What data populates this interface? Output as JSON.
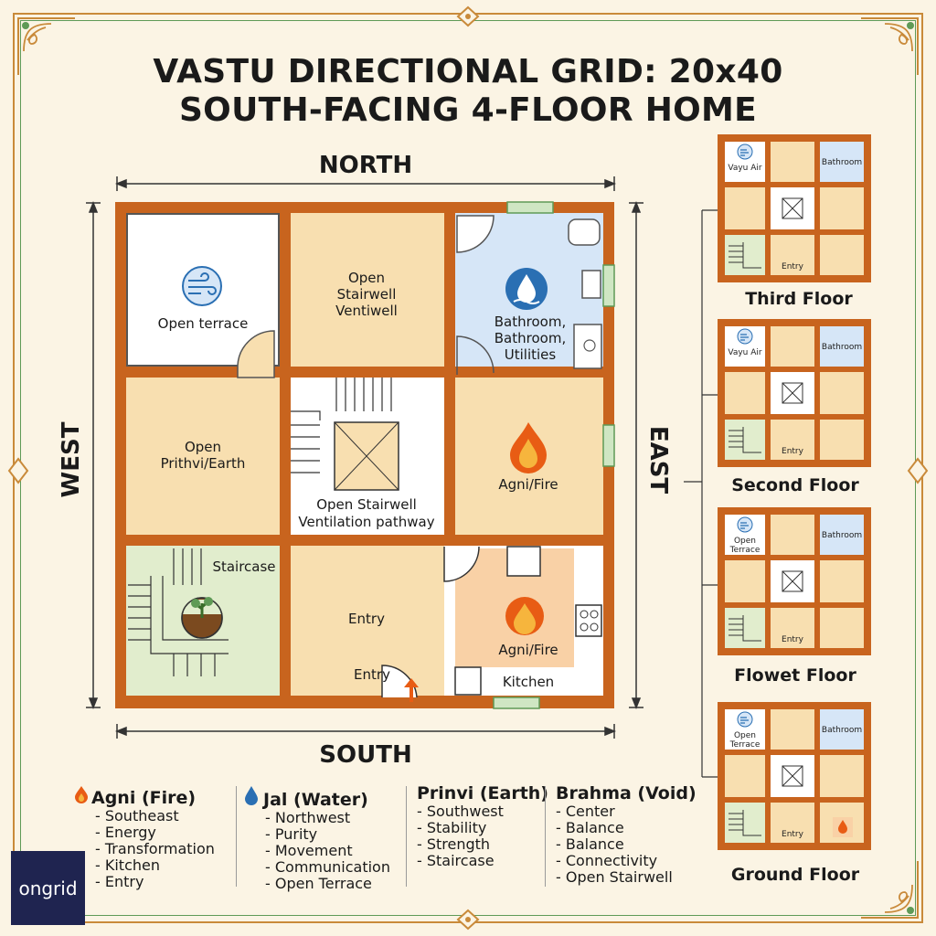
{
  "title": {
    "line1": "VASTU DIRECTIONAL GRID: 20x40",
    "line2": "SOUTH-FACING 4-FLOOR HOME"
  },
  "directions": {
    "north": "NORTH",
    "south": "SOUTH",
    "east": "EAST",
    "west": "WEST"
  },
  "plan": {
    "nw": "Open terrace",
    "n_line1": "Open",
    "n_line2": "Stairwell",
    "n_line3": "Ventiwell",
    "ne_line1": "Bathroom,",
    "ne_line2": "Bathroom,",
    "ne_line3": "Utilities",
    "w_line1": "Open",
    "w_line2": "Prithvi/Earth",
    "center_line1": "Open Stairwell",
    "center_line2": "Ventilation pathway",
    "e": "Agni/Fire",
    "sw": "Staircase",
    "s_top": "Entry",
    "s_bottom": "Entry",
    "se_fire": "Agni/Fire",
    "se_kitchen": "Kitchen"
  },
  "floors": [
    {
      "label": "Third Floor",
      "nw_text": "Vayu Air",
      "ne_text": "Bathroom",
      "entry": "Entry"
    },
    {
      "label": "Second Floor",
      "nw_text": "Vayu Air",
      "ne_text": "Bathroom",
      "entry": "Entry"
    },
    {
      "label": "Flowet Floor",
      "nw_text": "Open Terrace",
      "ne_text": "Bathroom",
      "entry": "Entry"
    },
    {
      "label": "Ground Floor",
      "nw_text": "Open Terrace",
      "ne_text": "Bathroom",
      "entry": "Entry"
    }
  ],
  "legend": [
    {
      "head": "Agni (Fire)",
      "icon": "fire-icon",
      "items": [
        "- Southeast",
        "- Energy",
        "- Transformation",
        "- Kitchen",
        "- Entry"
      ]
    },
    {
      "head": "Jal (Water)",
      "icon": "water-drop-icon",
      "items": [
        "- Northwest",
        "- Purity",
        "- Movement",
        "- Communication",
        "- Open Terrace"
      ]
    },
    {
      "head": "Prinvi (Earth)",
      "items": [
        "- Southwest",
        "- Stability",
        "- Strength",
        "- Staircase"
      ]
    },
    {
      "head": "Brahma (Void)",
      "items": [
        "- Center",
        "- Balance",
        "- Balance",
        "- Connectivity",
        "- Open Stairwell"
      ]
    }
  ],
  "logo": "ongrid",
  "colors": {
    "wall": "#c8641e",
    "room": "#f8dfb0",
    "water": "#d6e6f7",
    "earth": "#e1edcd",
    "fire": "#f9d1a6",
    "background": "#fbf4e4"
  }
}
